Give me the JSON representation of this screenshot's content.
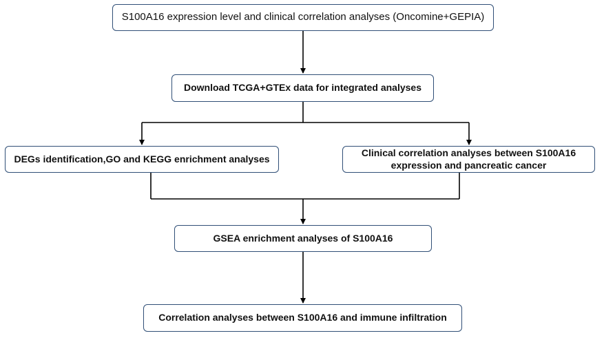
{
  "nodes": {
    "step1": "S100A16 expression level and clinical correlation analyses (Oncomine+GEPIA)",
    "step2": "Download TCGA+GTEx data for integrated analyses",
    "step3a": "DEGs identification,GO and KEGG enrichment analyses",
    "step3b_line1": "Clinical correlation analyses between S100A16",
    "step3b_line2": "expression and pancreatic cancer",
    "step4": "GSEA enrichment analyses of S100A16",
    "step5": "Correlation analyses between S100A16 and immune infiltration"
  },
  "colors": {
    "border": "#2f4e76",
    "line": "#000000",
    "text": "#111111"
  }
}
